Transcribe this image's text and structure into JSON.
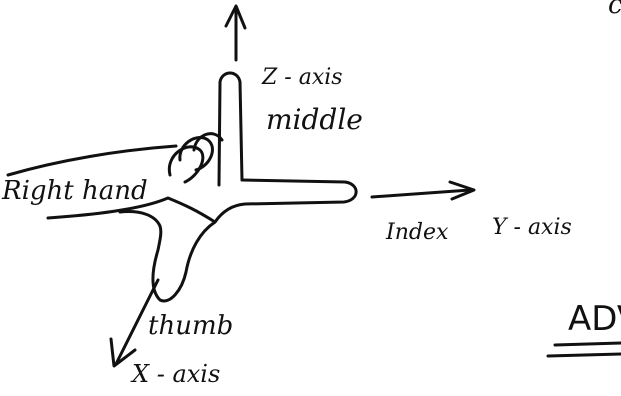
{
  "diagram": {
    "labels": {
      "z_axis": "Z - axis",
      "middle": "middle",
      "right_hand": "Right hand",
      "index": "Index",
      "y_axis": "Y - axis",
      "thumb": "thumb",
      "x_axis": "X - axis",
      "adv": "ADV",
      "corner_mark": "c"
    }
  }
}
